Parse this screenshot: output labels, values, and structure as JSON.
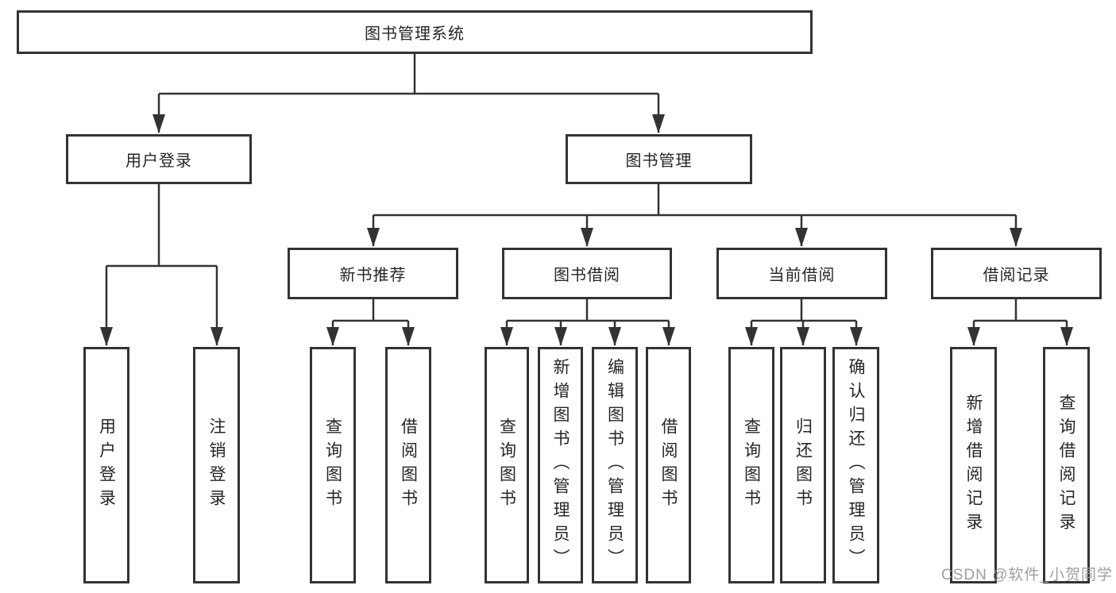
{
  "watermark": "CSDN @软件_小贺同学",
  "colors": {
    "line": "#333333",
    "box_border": "#333333",
    "box_fill": "#ffffff",
    "label_text": "#262626",
    "watermark_text": "#9e9e9e"
  },
  "tree": {
    "label": "图书管理系统",
    "children": [
      {
        "label": "用户登录",
        "children": [
          {
            "label": "用户登录"
          },
          {
            "label": "注销登录"
          }
        ]
      },
      {
        "label": "图书管理",
        "children": [
          {
            "label": "新书推荐",
            "children": [
              {
                "label": "查询图书"
              },
              {
                "label": "借阅图书"
              }
            ]
          },
          {
            "label": "图书借阅",
            "children": [
              {
                "label": "查询图书"
              },
              {
                "label": "新增图书（管理员）"
              },
              {
                "label": "编辑图书（管理员）"
              },
              {
                "label": "借阅图书"
              }
            ]
          },
          {
            "label": "当前借阅",
            "children": [
              {
                "label": "查询图书"
              },
              {
                "label": "归还图书"
              },
              {
                "label": "确认归还（管理员）"
              }
            ]
          },
          {
            "label": "借阅记录",
            "children": [
              {
                "label": "新增借阅记录"
              },
              {
                "label": "查询借阅记录"
              }
            ]
          }
        ]
      }
    ]
  }
}
